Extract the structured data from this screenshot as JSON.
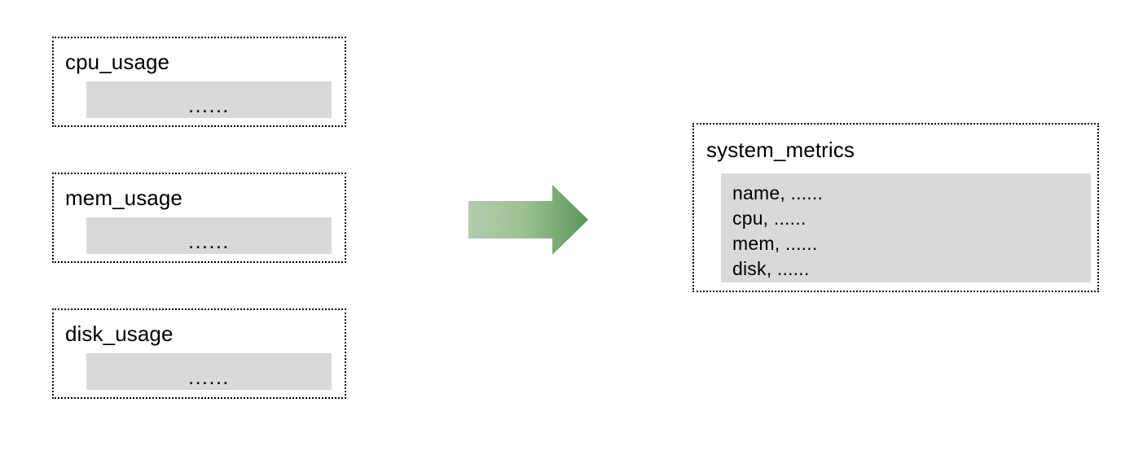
{
  "diagram": {
    "type": "data-aggregation-flow",
    "background_color": "#ffffff",
    "box_fill_color": "#d9d9d9",
    "border_color": "#000000",
    "arrow_gradient_start": "#a8c5a0",
    "arrow_gradient_end": "#5e9b5a"
  },
  "sources": [
    {
      "title": "cpu_usage",
      "body": "......"
    },
    {
      "title": "mem_usage",
      "body": "......"
    },
    {
      "title": "disk_usage",
      "body": "......"
    }
  ],
  "arrow": {
    "icon": "arrow-right-icon",
    "direction": "right"
  },
  "target": {
    "title": "system_metrics",
    "fields": [
      "name, ......",
      "cpu, ......",
      "mem, ......",
      "disk, ......"
    ]
  }
}
